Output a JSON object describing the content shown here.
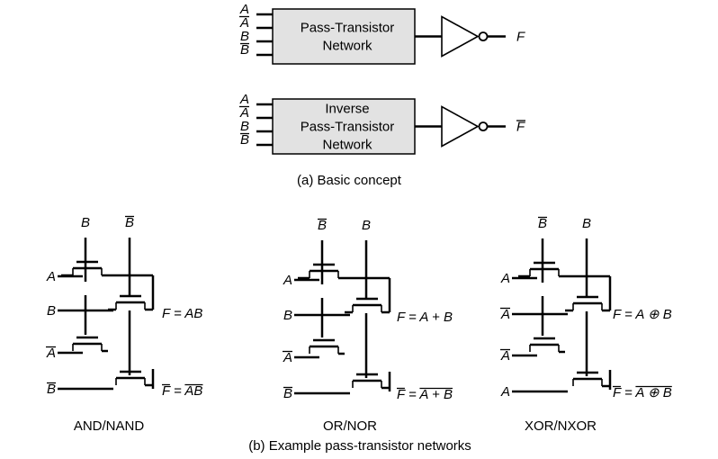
{
  "concept": {
    "network_label": [
      "Pass-Transistor",
      "Network"
    ],
    "inverse_label": [
      "Inverse",
      "Pass-Transistor",
      "Network"
    ],
    "inputs": [
      "A",
      "A",
      "B",
      "B"
    ],
    "inputs_bar": [
      false,
      true,
      false,
      true
    ],
    "output": "F",
    "output_inverse": "F",
    "caption": "(a) Basic concept"
  },
  "networks": [
    {
      "rails": [
        "B",
        "B"
      ],
      "rails_bar": [
        false,
        true
      ],
      "gates": [
        "A",
        "B",
        "A",
        "B"
      ],
      "gates_bar": [
        false,
        false,
        true,
        true
      ],
      "out": "F = AB",
      "out_inv": "F = AB",
      "title": "AND/NAND"
    },
    {
      "rails": [
        "B",
        "B"
      ],
      "rails_bar": [
        true,
        false
      ],
      "gates": [
        "A",
        "B",
        "A",
        "B"
      ],
      "gates_bar": [
        false,
        false,
        true,
        true
      ],
      "out": "F = A + B",
      "out_inv": "F = A + B",
      "title": "OR/NOR"
    },
    {
      "rails": [
        "B",
        "B"
      ],
      "rails_bar": [
        true,
        false
      ],
      "gates": [
        "A",
        "A",
        "A",
        "A"
      ],
      "gates_bar": [
        false,
        true,
        true,
        false
      ],
      "out": "F = A ⊕ B",
      "out_inv": "F = A ⊕ B",
      "title": "XOR/NXOR"
    }
  ],
  "caption_b": "(b) Example pass-transistor networks"
}
